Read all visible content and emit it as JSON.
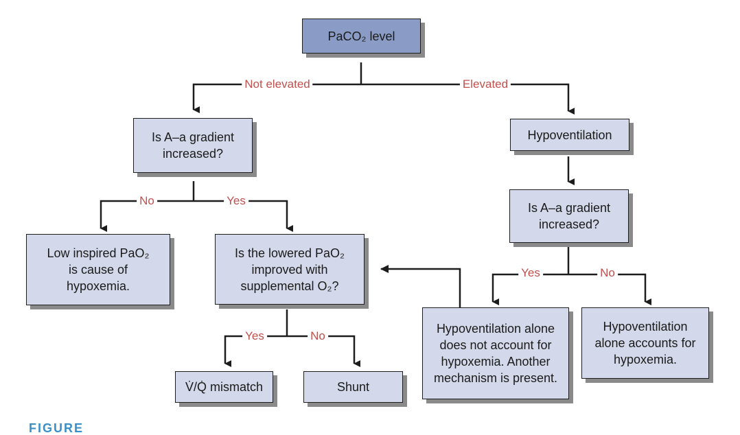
{
  "nodes": {
    "paco2_level": "PaCO₂ level",
    "aa_gradient_left": "Is A–a gradient increased?",
    "hypoventilation": "Hypoventilation",
    "aa_gradient_right": "Is A–a gradient increased?",
    "low_inspired": "Low inspired PaO₂ is cause of hypoxemia.",
    "supplemental_o2": "Is the lowered PaO₂ improved with supplemental O₂?",
    "vq_mismatch": "V̇/Q̇ mismatch",
    "shunt": "Shunt",
    "another_mechanism": "Hypoventilation alone does not account for hypoxemia. Another mechanism is present.",
    "accounts_for": "Hypoventilation alone accounts for hypoxemia."
  },
  "edge_labels": {
    "not_elevated": "Not elevated",
    "elevated": "Elevated",
    "left_no": "No",
    "left_yes": "Yes",
    "right_yes": "Yes",
    "right_no": "No",
    "bottom_yes": "Yes",
    "bottom_no": "No"
  },
  "caption": "FIGURE",
  "colors": {
    "root_fill": "#8a9cc5",
    "node_fill": "#d3d9ea",
    "label_text": "#c0504d",
    "shadow": "#8a8a8a"
  }
}
